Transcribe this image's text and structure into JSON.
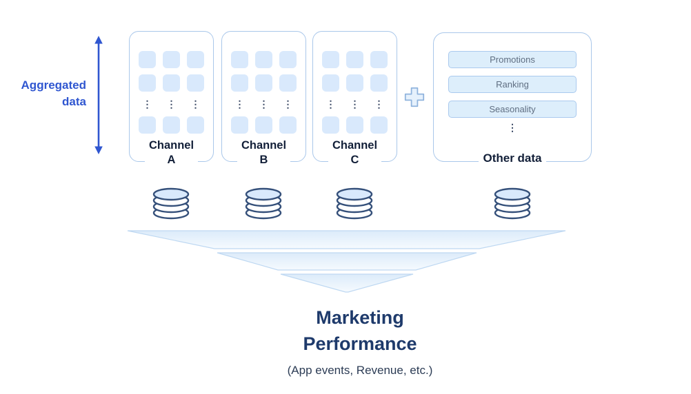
{
  "colors": {
    "accent": "#2f56d0",
    "label_navy": "#121f38",
    "title_navy": "#1e3a6b",
    "card_border": "#a9c7ea",
    "square": "#d9e9fc",
    "pill_bg": "#ddeefb",
    "pill_border": "#a9c9ee",
    "pill_text": "#5f6e82",
    "db_stroke": "#35507a",
    "funnel_stroke": "#bed8f2",
    "dots": "#33425f",
    "subtitle": "#2c3c55"
  },
  "aggregated": {
    "label": "Aggregated\ndata"
  },
  "channels": [
    {
      "label": "Channel\nA"
    },
    {
      "label": "Channel\nB"
    },
    {
      "label": "Channel\nC"
    }
  ],
  "glyphs": {
    "vertical_ellipsis": "⋮"
  },
  "other_data": {
    "label": "Other data",
    "items": [
      "Promotions",
      "Ranking",
      "Seasonality"
    ]
  },
  "result": {
    "title_line1": "Marketing",
    "title_line2": "Performance",
    "subtitle": "(App events, Revenue, etc.)"
  }
}
